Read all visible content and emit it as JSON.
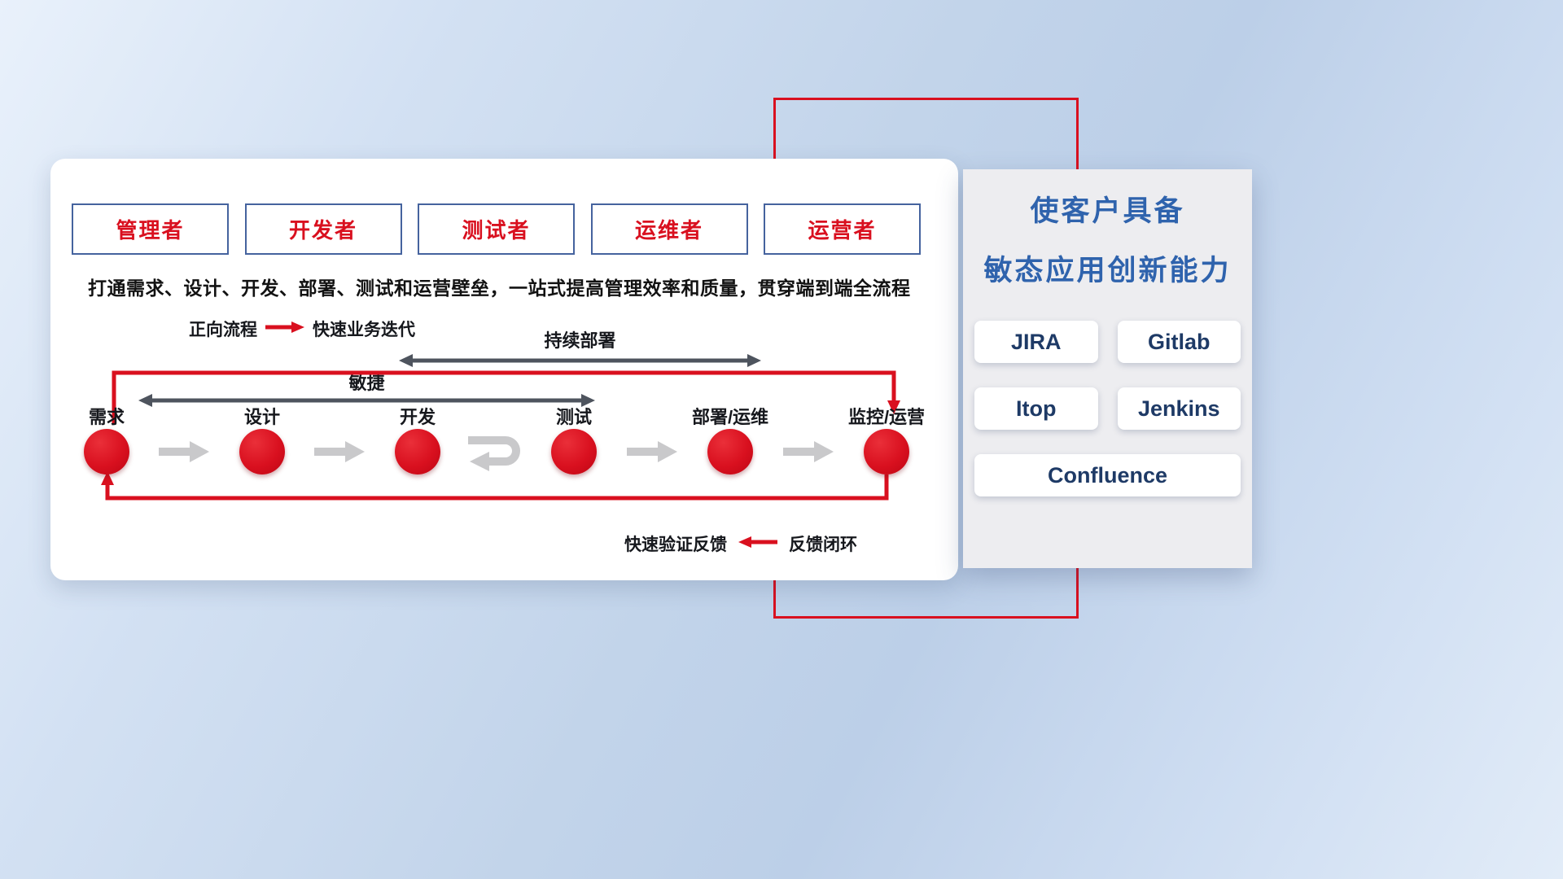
{
  "roles": [
    "管理者",
    "开发者",
    "测试者",
    "运维者",
    "运营者"
  ],
  "subtitle": "打通需求、设计、开发、部署、测试和运营壁垒，一站式提高管理效率和质量，贯穿端到端全流程",
  "legend": {
    "forward_label": "正向流程",
    "forward_desc": "快速业务迭代"
  },
  "flow": {
    "continuous_deploy_label": "持续部署",
    "agile_label": "敏捷",
    "nodes": [
      "需求",
      "设计",
      "开发",
      "测试",
      "部署/运维",
      "监控/运营"
    ],
    "feedback_desc": "快速验证反馈",
    "feedback_label": "反馈闭环"
  },
  "panel": {
    "title_line1": "使客户具备",
    "title_line2": "敏态应用创新能力",
    "tools": [
      "JIRA",
      "Gitlab",
      "Itop",
      "Jenkins",
      "Confluence"
    ]
  },
  "colors": {
    "accent_red": "#d9101f",
    "title_blue": "#2f63ad",
    "tool_text": "#1e3a66",
    "dark_arrow": "#4e545e",
    "gray_arrow": "#c9c9cb",
    "role_border": "#45639e"
  }
}
